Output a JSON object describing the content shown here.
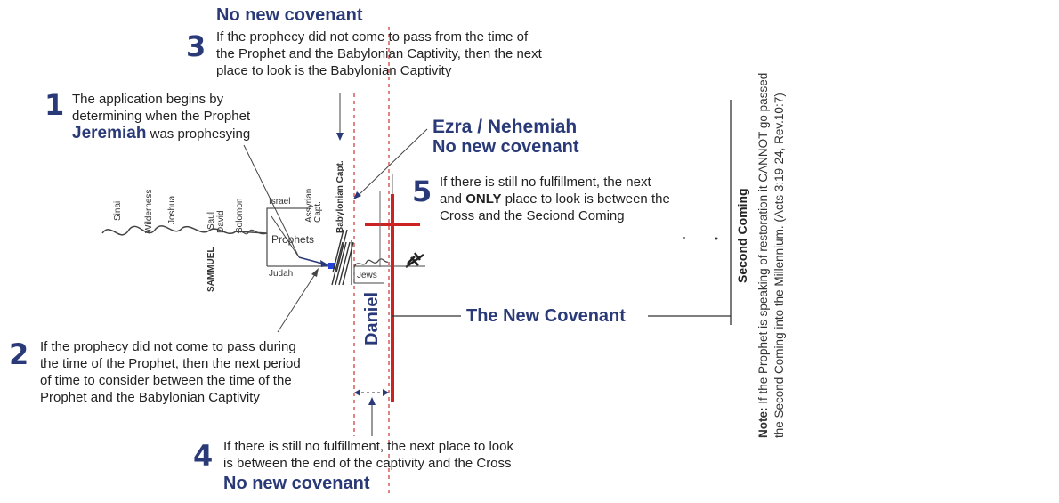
{
  "step1": {
    "number": "1",
    "line1": "The application begins by",
    "line2": "determining when the Prophet",
    "name": "Jeremiah",
    "suffix": "was prophesying"
  },
  "step2": {
    "number": "2",
    "lines": [
      "If the prophecy did not come to pass during",
      "the time of the Prophet, then the next period",
      "of time to consider between the time of the",
      "Prophet and the Babylonian Captivity"
    ]
  },
  "step3": {
    "number": "3",
    "heading": "No new covenant",
    "lines": [
      "If the prophecy did not come to pass from the time of",
      "the Prophet and the Babylonian Captivity, then the next",
      "place to look is the Babylonian Captivity"
    ]
  },
  "step4": {
    "number": "4",
    "lines": [
      "If there is still no fulfillment, the next place to look",
      "is between the end of the captivity and the Cross"
    ],
    "heading": "No new covenant"
  },
  "step5": {
    "number": "5",
    "line1": "If there is still no fulfillment, the next",
    "line2_pre": "and",
    "line2_bold": "ONLY",
    "line2_post": "place to look is between the",
    "line3": "Cross and the Seciond Coming"
  },
  "ezra": {
    "title": "Ezra / Nehemiah",
    "heading": "No new covenant"
  },
  "timeline": {
    "sinai": "Sinai",
    "wilderness": "Wilderness",
    "joshua": "Joshua",
    "sammuel": "SAMMUEL",
    "saul": "Saul",
    "david": "David",
    "solomon": "Solomon",
    "israel": "Israel",
    "assyrian": "Assyrian Capt.",
    "prophets": "Prophets",
    "judah": "Judah",
    "babylonian": "Babylonian Capt.",
    "jews": "Jews",
    "daniel": "Daniel",
    "new_covenant": "The New Covenant",
    "second_coming": "Second Coming"
  },
  "note": {
    "label": "Note:",
    "line1": "If the Prophet is speaking of restoration it CANNOT go passed",
    "line2": "the Second Coming into the Millennium. (Acts 3:19-24, Rev.10:7)"
  },
  "colors": {
    "navy": "#2a3a78",
    "red": "#cc2222",
    "dash": "#cc3333",
    "ink": "#333333"
  }
}
